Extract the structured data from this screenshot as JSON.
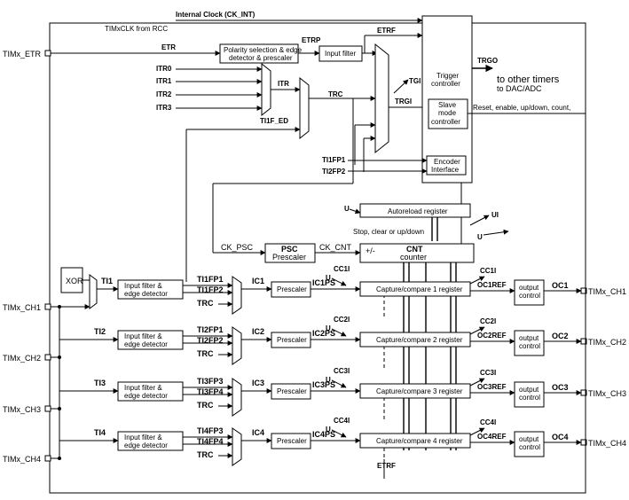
{
  "clocks": {
    "internal_clock": "Internal Clock (CK_INT)",
    "timx_clk": "TIMxCLK from RCC"
  },
  "pins": {
    "etr": "TIMx_ETR",
    "ch1": "TIMx_CH1",
    "ch2": "TIMx_CH2",
    "ch3": "TIMx_CH3",
    "ch4": "TIMx_CH4"
  },
  "signals": {
    "etr": "ETR",
    "etrp": "ETRP",
    "etrf": "ETRF",
    "itr0": "ITR0",
    "itr1": "ITR1",
    "itr2": "ITR2",
    "itr3": "ITR3",
    "itr": "ITR",
    "trc": "TRC",
    "ti1f_ed": "TI1F_ED",
    "tgi": "TGI",
    "trgi": "TRGI",
    "ti1fp1": "TI1FP1",
    "ti2fp2": "TI2FP2",
    "trgo": "TRGO",
    "ck_psc": "CK_PSC",
    "ck_cnt": "CK_CNT",
    "u": "U",
    "ui": "UI",
    "plus_minus": "+/-",
    "xor": "XOR",
    "ti1": "TI1",
    "ti2": "TI2",
    "ti3": "TI3",
    "ti4": "TI4"
  },
  "blocks": {
    "polarity_line1": "Polarity selection & edge",
    "polarity_line2": "detector & prescaler",
    "input_filter": "Input filter",
    "trigger_line1": "Trigger",
    "trigger_line2": "controller",
    "slave_line1": "Slave",
    "slave_line2": "mode",
    "slave_line3": "controller",
    "encoder_line1": "Encoder",
    "encoder_line2": "Interface",
    "autoreload": "Autoreload register",
    "psc_line1": "PSC",
    "psc_line2": "Prescaler",
    "cnt_line1": "CNT",
    "cnt_line2": "counter",
    "filter_line1": "Input filter &",
    "filter_line2": "edge detector",
    "prescaler": "Prescaler",
    "output_line1": "output",
    "output_line2": "control"
  },
  "annotations": {
    "other_timers": "to other timers",
    "dac_adc": "to DAC/ADC",
    "reset_enable": "Reset, enable, up/down, count,",
    "stop_clear": "Stop, clear or up/down"
  },
  "channels": [
    {
      "ti": "TI1",
      "fp_a": "TI1FP1",
      "fp_b": "TI1FP2",
      "ic": "IC1",
      "icps": "IC1PS",
      "cci": "CC1I",
      "ccr": "Capture/compare 1 register",
      "oc_ref": "OC1REF",
      "oc": "OC1",
      "pin": "TIMx_CH1"
    },
    {
      "ti": "TI2",
      "fp_a": "TI2FP1",
      "fp_b": "TI2FP2",
      "ic": "IC2",
      "icps": "IC2PS",
      "cci": "CC2I",
      "ccr": "Capture/compare 2 register",
      "oc_ref": "OC2REF",
      "oc": "OC2",
      "pin": "TIMx_CH2"
    },
    {
      "ti": "TI3",
      "fp_a": "TI3FP3",
      "fp_b": "TI3FP4",
      "ic": "IC3",
      "icps": "IC3PS",
      "cci": "CC3I",
      "ccr": "Capture/compare 3 register",
      "oc_ref": "OC3REF",
      "oc": "OC3",
      "pin": "TIMx_CH3"
    },
    {
      "ti": "TI4",
      "fp_a": "TI4FP3",
      "fp_b": "TI4FP4",
      "ic": "IC4",
      "icps": "IC4PS",
      "cci": "CC4I",
      "ccr": "Capture/compare 4 register",
      "oc_ref": "OC4REF",
      "oc": "OC4",
      "pin": "TIMx_CH4"
    }
  ]
}
